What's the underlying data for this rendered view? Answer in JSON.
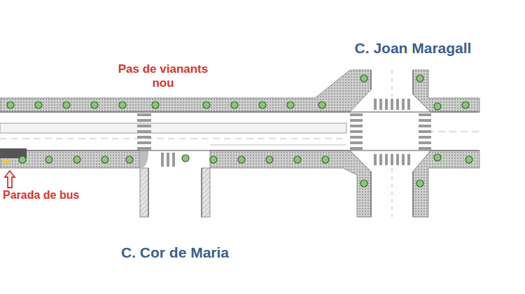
{
  "diagram": {
    "labels": [
      "Pas de vianants nou",
      "C. Joan Maragall",
      "Parada de bus",
      "C. Cor de Maria"
    ]
  }
}
